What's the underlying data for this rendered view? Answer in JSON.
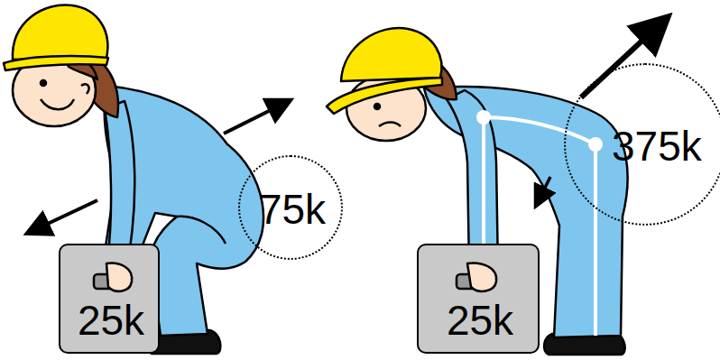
{
  "diagram": {
    "nodes": [
      {
        "text": [
          "25k"
        ]
      },
      {
        "text": [
          "75k"
        ]
      },
      {
        "text": [
          "25k"
        ]
      },
      {
        "text": [
          "375k"
        ]
      }
    ]
  }
}
